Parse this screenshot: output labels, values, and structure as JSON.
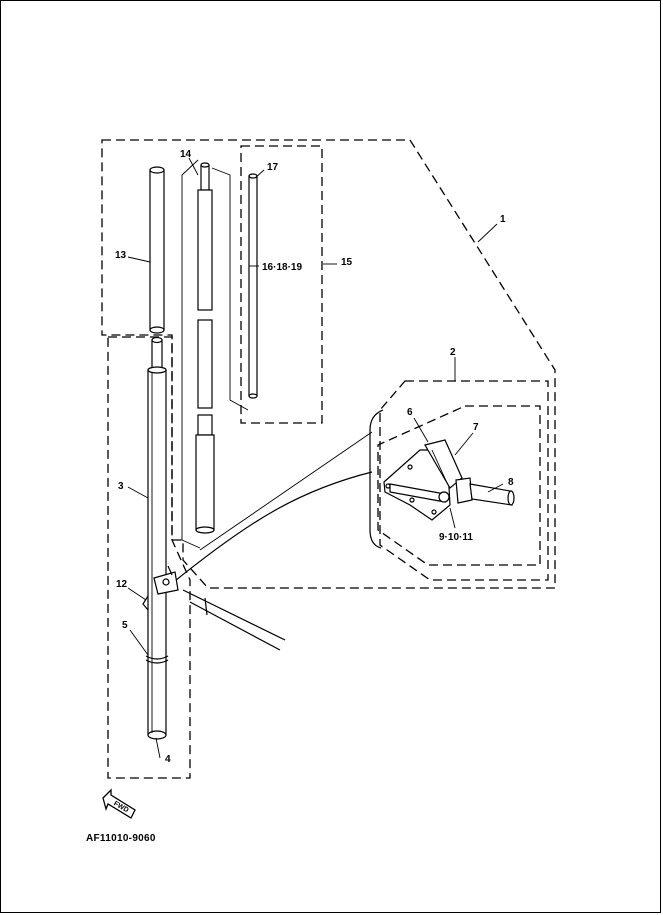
{
  "labels": {
    "p1": "1",
    "p2": "2",
    "p3": "3",
    "p4": "4",
    "p5": "5",
    "p6": "6",
    "p7": "7",
    "p8": "8",
    "p9_10_11": "9·10·11",
    "p12": "12",
    "p13": "13",
    "p14": "14",
    "p15": "15",
    "p16_18_19": "16·18·19",
    "p17": "17"
  },
  "fwd_label": "FWD",
  "figure_code": "AF11010-9060"
}
